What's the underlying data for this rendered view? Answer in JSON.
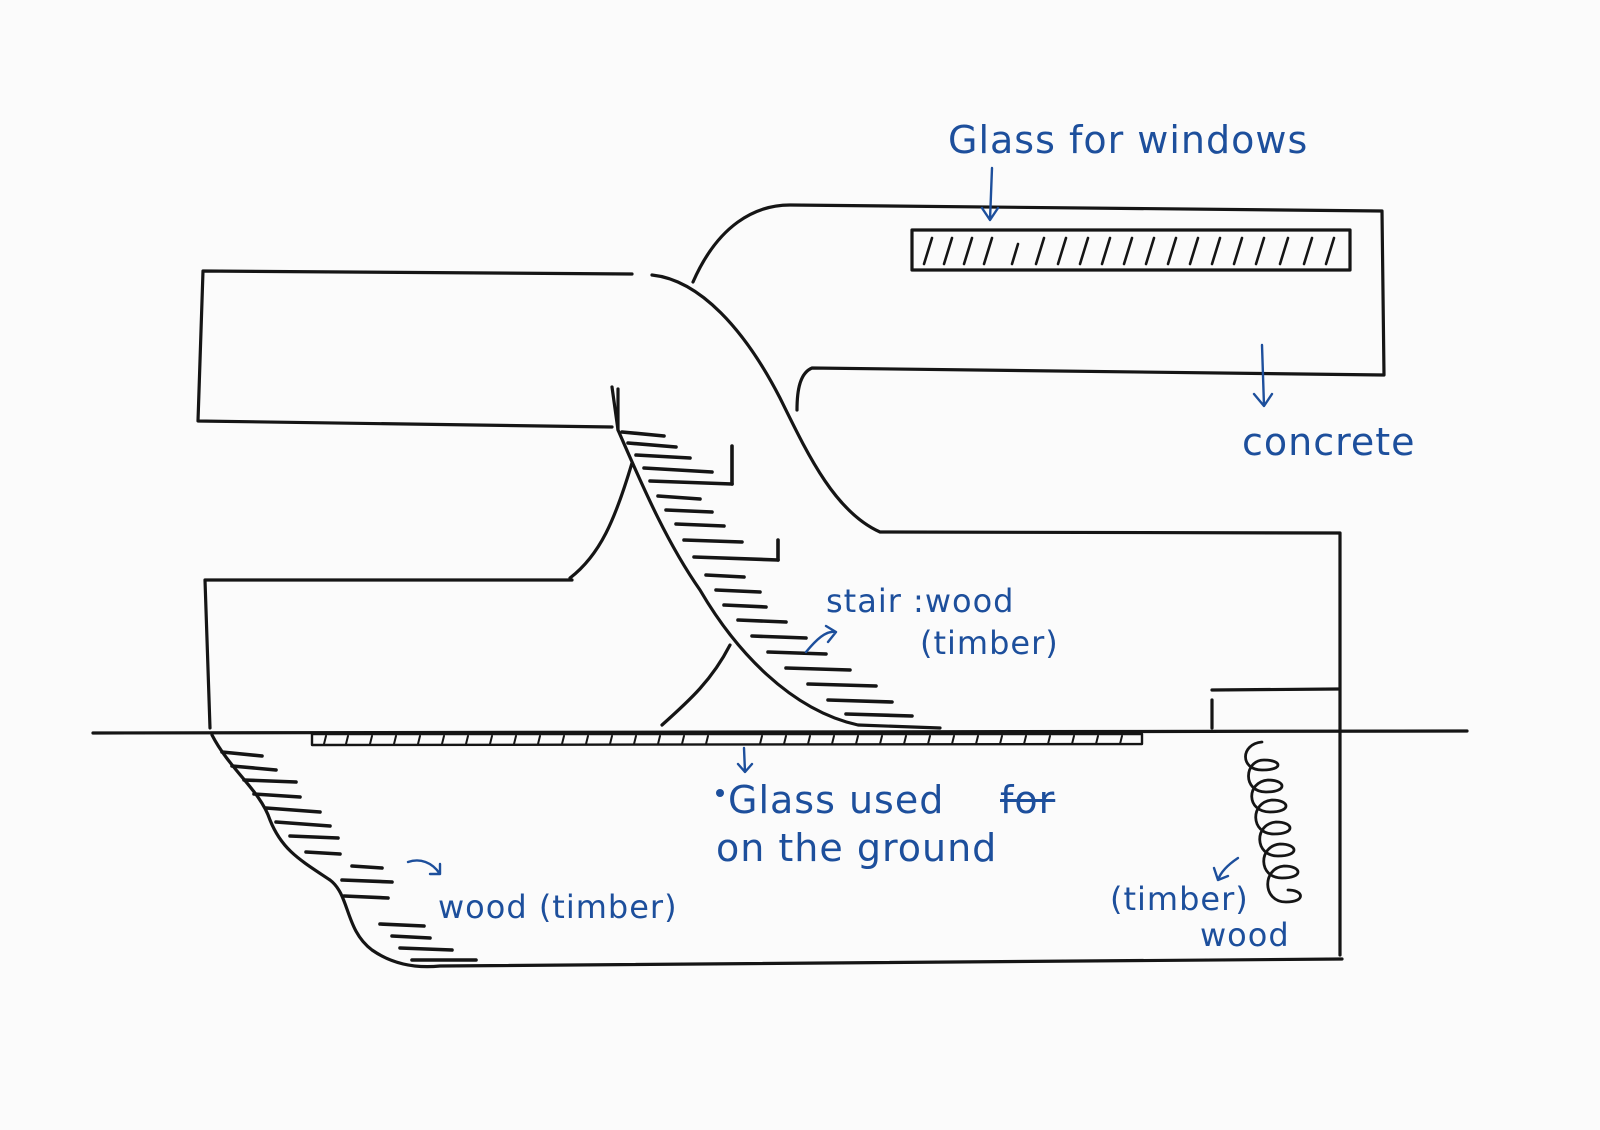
{
  "diagram": {
    "colors": {
      "ink": "#151515",
      "annotation": "#1d4f9c",
      "paper": "#fbfbfb"
    },
    "labels": {
      "glass_windows": "Glass for windows",
      "concrete": "concrete",
      "stair_line1": "stair :wood",
      "stair_line2": "(timber)",
      "glass_ground_line1": "Glass used",
      "glass_ground_struck": "for",
      "glass_ground_line2": "on the ground",
      "wood_timber_left": "wood (timber)",
      "timber_right": "(timber)",
      "wood_right": "wood"
    }
  }
}
